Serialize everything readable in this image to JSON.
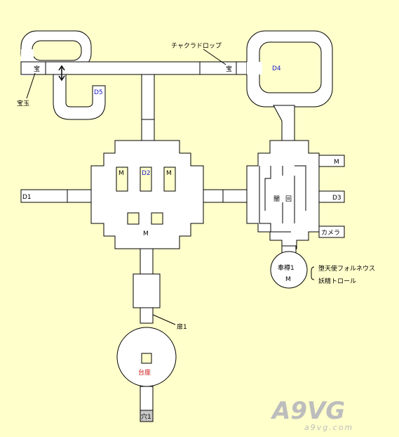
{
  "rooms": {
    "d1": "D1",
    "d2": "D2",
    "d3": "D3",
    "d4": "D4",
    "d5": "D5",
    "m": "M",
    "camera": "カメラ",
    "treasure": "宝",
    "treasure_orb": "宝玉",
    "chakra_drop": "チャクラドロップ",
    "dark": "闇",
    "circle": "回",
    "sacrifice": "奉樽1",
    "door": "扉1",
    "pedestal": "台座",
    "hole": "穴1"
  },
  "enemies": [
    "堕天使フォルネウス",
    "妖精トロール"
  ],
  "watermark": {
    "logo": "A9VG",
    "url": "a9vg.com"
  },
  "colors": {
    "background": "#FFFFCC",
    "floor": "#FFFFFF",
    "wall": "#000000",
    "blue_label": "#1A1ACC",
    "red_label": "#CC1111",
    "hole": "#C8C8C8"
  }
}
